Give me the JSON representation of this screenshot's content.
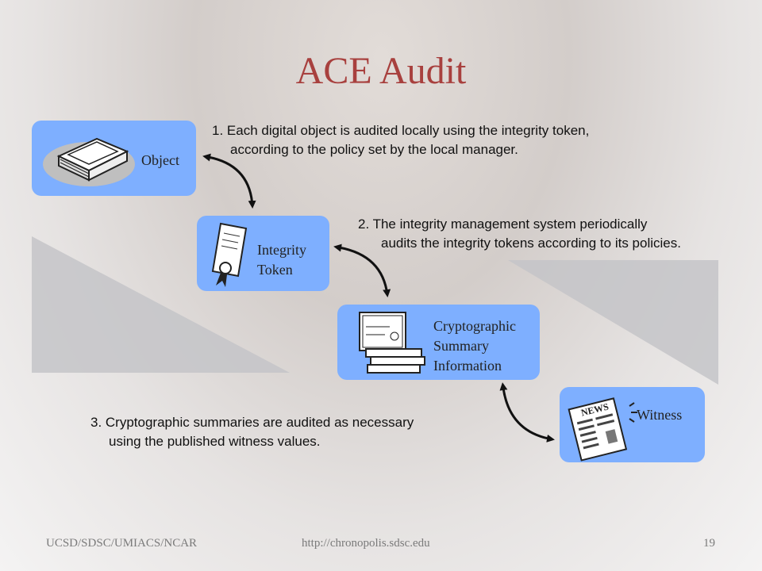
{
  "title": "ACE Audit",
  "nodes": {
    "object": "Object",
    "token_line1": "Integrity",
    "token_line2": "Token",
    "crypto_line1": "Cryptographic",
    "crypto_line2": "Summary",
    "crypto_line3": "Information",
    "witness": "Witness",
    "news_text": "NEWS"
  },
  "notes": {
    "n1_line1": "1. Each digital object is audited locally using the integrity token,",
    "n1_line2": "according to the policy set by the local manager.",
    "n2_line1": "2. The integrity management system periodically",
    "n2_line2": "audits the integrity tokens according to its policies.",
    "n3_line1": "3. Cryptographic summaries are audited as necessary",
    "n3_line2": "using the published witness values."
  },
  "footer": {
    "left": "UCSD/SDSC/UMIACS/NCAR",
    "center": "http://chronopolis.sdsc.edu",
    "page": "19"
  },
  "colors": {
    "title": "#a8403e",
    "box": "#7eafff"
  }
}
